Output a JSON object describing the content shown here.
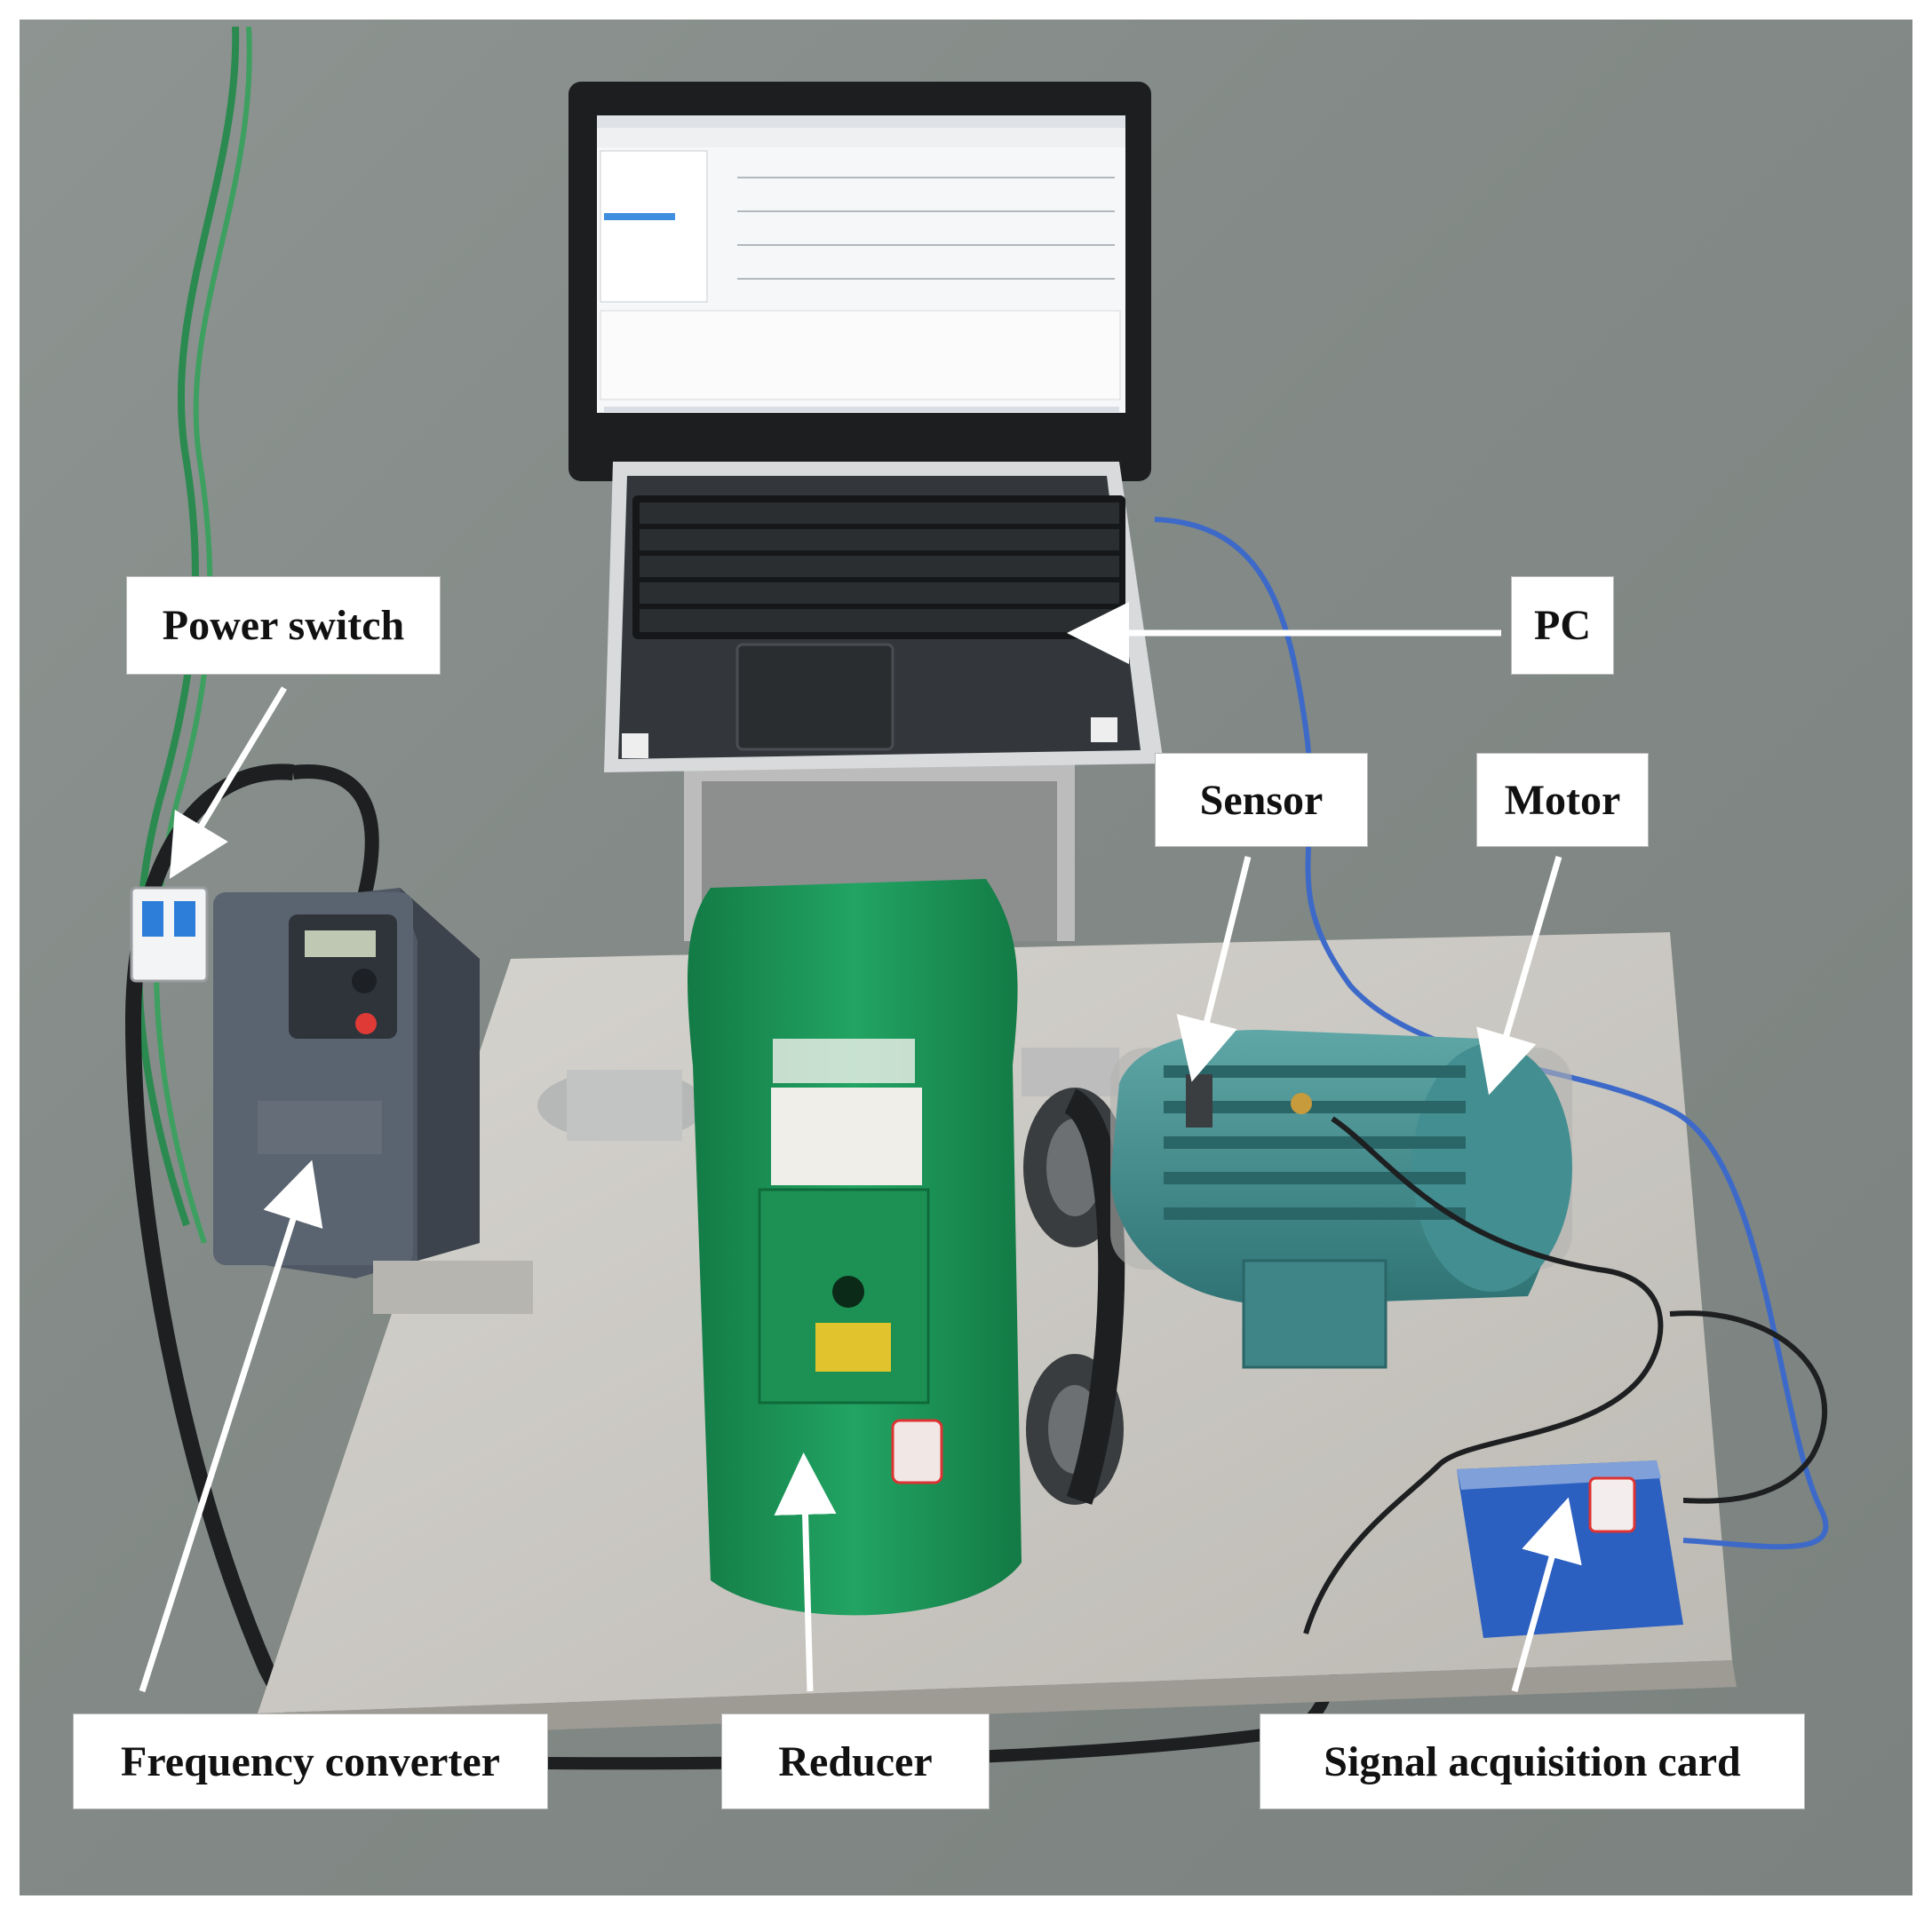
{
  "labels": {
    "power_switch": "Power switch",
    "pc": "PC",
    "sensor": "Sensor",
    "motor": "Motor",
    "frequency_converter": "Frequency converter",
    "reducer": "Reducer",
    "signal_card": "Signal acquisition card"
  },
  "colors": {
    "floor": "#858c89",
    "table": "#c9c7c1",
    "reducer_green": "#1f9a5a",
    "motor_teal": "#3d8a8c",
    "converter_gray": "#4c5460",
    "card_blue": "#2a63c4",
    "arrow": "#ffffff"
  }
}
